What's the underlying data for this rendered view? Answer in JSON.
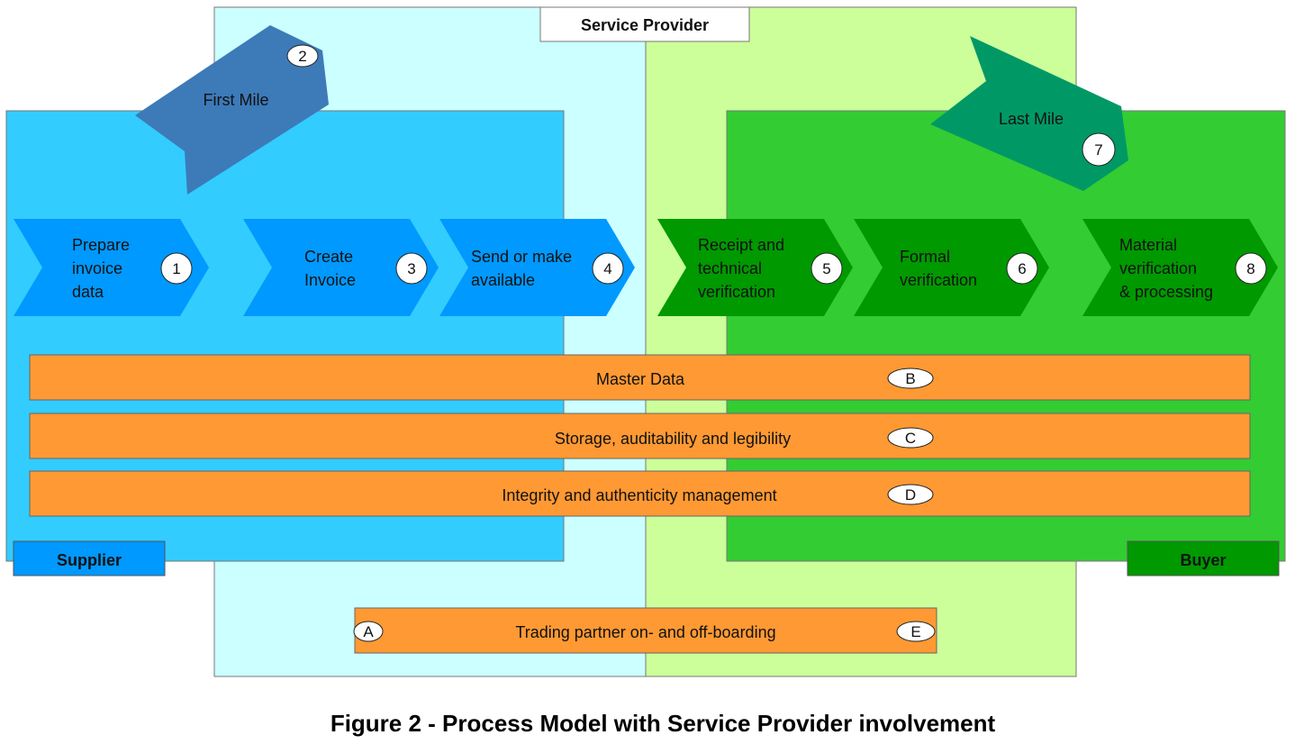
{
  "service_provider": {
    "label": "Service Provider"
  },
  "supplier": {
    "label": "Supplier"
  },
  "buyer": {
    "label": "Buyer"
  },
  "first_mile": {
    "label": "First Mile",
    "number": "2"
  },
  "last_mile": {
    "label": "Last Mile",
    "number": "7"
  },
  "steps": [
    {
      "lines": [
        "Prepare",
        "invoice",
        "data"
      ],
      "number": "1"
    },
    {
      "lines": [
        "Create",
        "Invoice"
      ],
      "number": "3"
    },
    {
      "lines": [
        "Send or make",
        "available"
      ],
      "number": "4"
    },
    {
      "lines": [
        "Receipt and",
        "technical",
        "verification"
      ],
      "number": "5"
    },
    {
      "lines": [
        "Formal",
        "verification"
      ],
      "number": "6"
    },
    {
      "lines": [
        "Material",
        "verification",
        "& processing"
      ],
      "number": "8"
    }
  ],
  "bars": [
    {
      "label": "Master Data",
      "badge": "B"
    },
    {
      "label": "Storage, auditability and legibility",
      "badge": "C"
    },
    {
      "label": "Integrity and authenticity management",
      "badge": "D"
    }
  ],
  "onboarding": {
    "label": "Trading partner on- and off-boarding",
    "badge_left": "A",
    "badge_right": "E"
  },
  "caption": "Figure 2 - Process Model with Service Provider involvement",
  "colors": {
    "provider_left": "#ccffff",
    "provider_right": "#ccff99",
    "supplier_area": "#33ccff",
    "buyer_area": "#33cc33",
    "supplier_chevron": "#0099ff",
    "buyer_chevron": "#009900",
    "first_mile_arrow": "#3d7ab8",
    "last_mile_arrow": "#009966",
    "bar": "#ff9933"
  }
}
